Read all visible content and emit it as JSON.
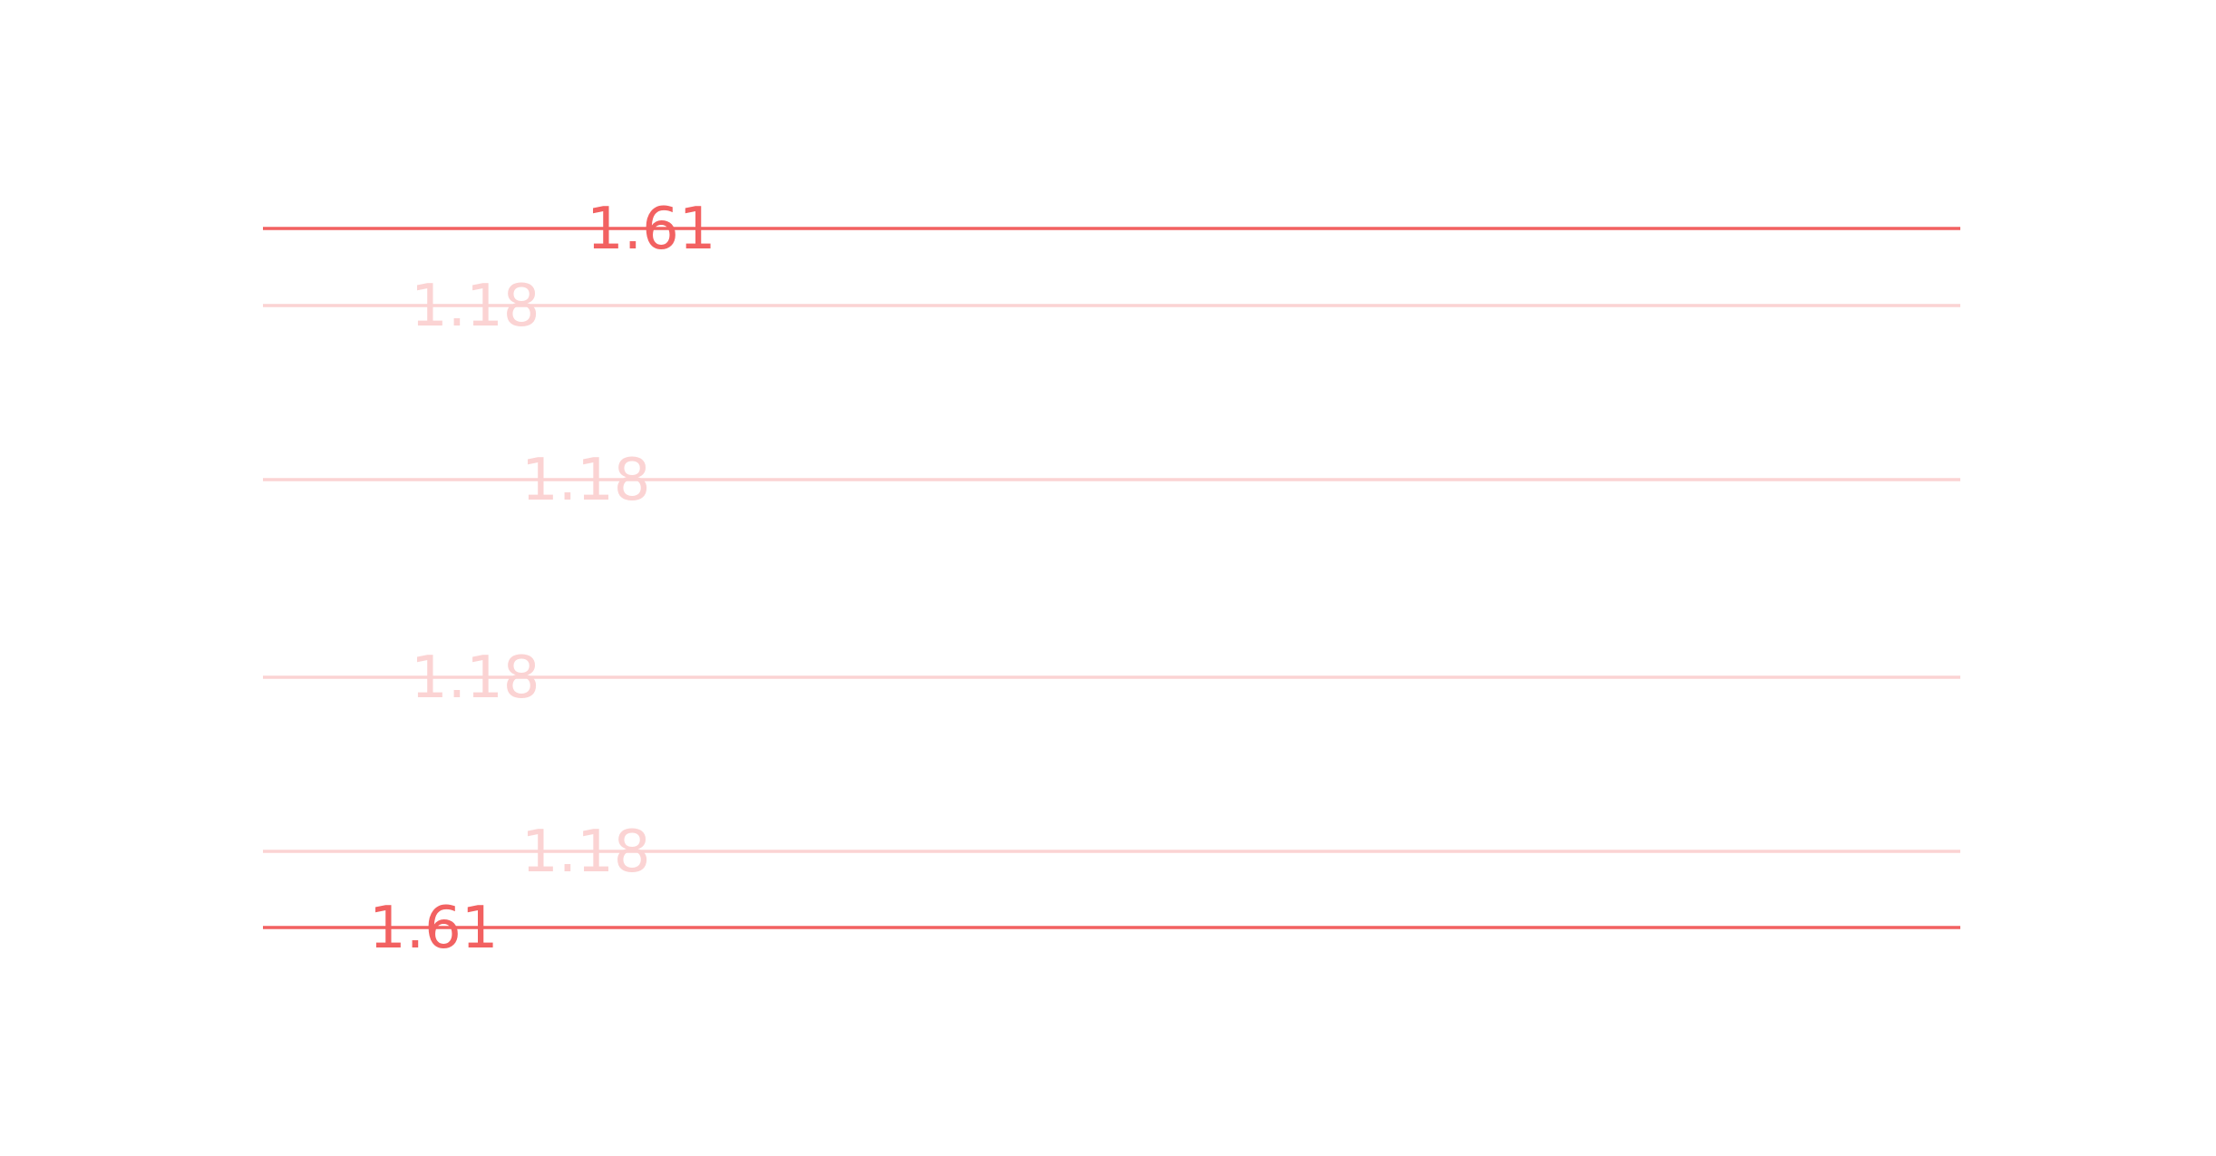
{
  "chart_data": {
    "type": "line",
    "title": "",
    "xlabel": "",
    "ylabel": "",
    "grid": false,
    "legend": "none",
    "colors": {
      "strong": "#f26161",
      "light": "#fbd3d3"
    },
    "lines": [
      {
        "value": 1.61,
        "label": "1.61",
        "emphasis": "strong"
      },
      {
        "value": 1.18,
        "label": "1.18",
        "emphasis": "light"
      },
      {
        "value": 1.18,
        "label": "1.18",
        "emphasis": "light"
      },
      {
        "value": 1.18,
        "label": "1.18",
        "emphasis": "light"
      },
      {
        "value": 1.18,
        "label": "1.18",
        "emphasis": "light"
      },
      {
        "value": 1.61,
        "label": "1.61",
        "emphasis": "strong"
      }
    ]
  }
}
